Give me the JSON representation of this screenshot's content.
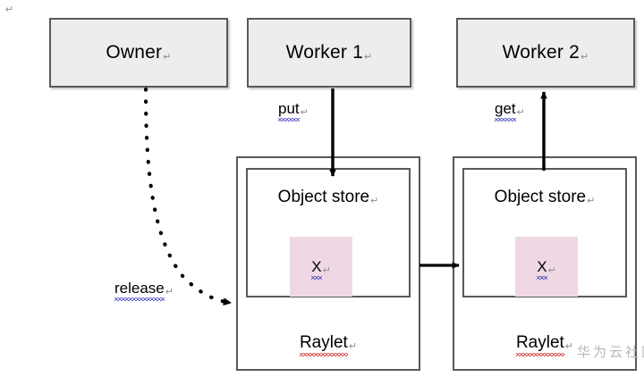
{
  "diagram": {
    "title_nodes": {
      "owner": "Owner",
      "worker1": "Worker 1",
      "worker2": "Worker 2"
    },
    "raylets": [
      {
        "id": "raylet-left",
        "label": "Raylet",
        "store_label": "Object store",
        "object_label": "X"
      },
      {
        "id": "raylet-right",
        "label": "Raylet",
        "store_label": "Object store",
        "object_label": "X"
      }
    ],
    "edges": [
      {
        "id": "put",
        "label": "put",
        "from": "worker1",
        "to": "raylet-left-store",
        "style": "solid"
      },
      {
        "id": "get",
        "label": "get",
        "from": "raylet-right-store",
        "to": "worker2",
        "style": "solid"
      },
      {
        "id": "release",
        "label": "release",
        "from": "owner",
        "to": "raylet-left",
        "style": "dotted"
      },
      {
        "id": "transfer",
        "label": "",
        "from": "raylet-left",
        "to": "raylet-right",
        "style": "solid"
      }
    ],
    "marks": {
      "pilcrow": "↵",
      "corner_pilcrow": "↵"
    },
    "watermark": "华为云社区",
    "colors": {
      "node_fill": "#ededed",
      "border": "#595959",
      "object_fill": "#efd8e3",
      "spellcheck_blue": "#3333bb",
      "spellcheck_red": "#cc2222"
    }
  }
}
